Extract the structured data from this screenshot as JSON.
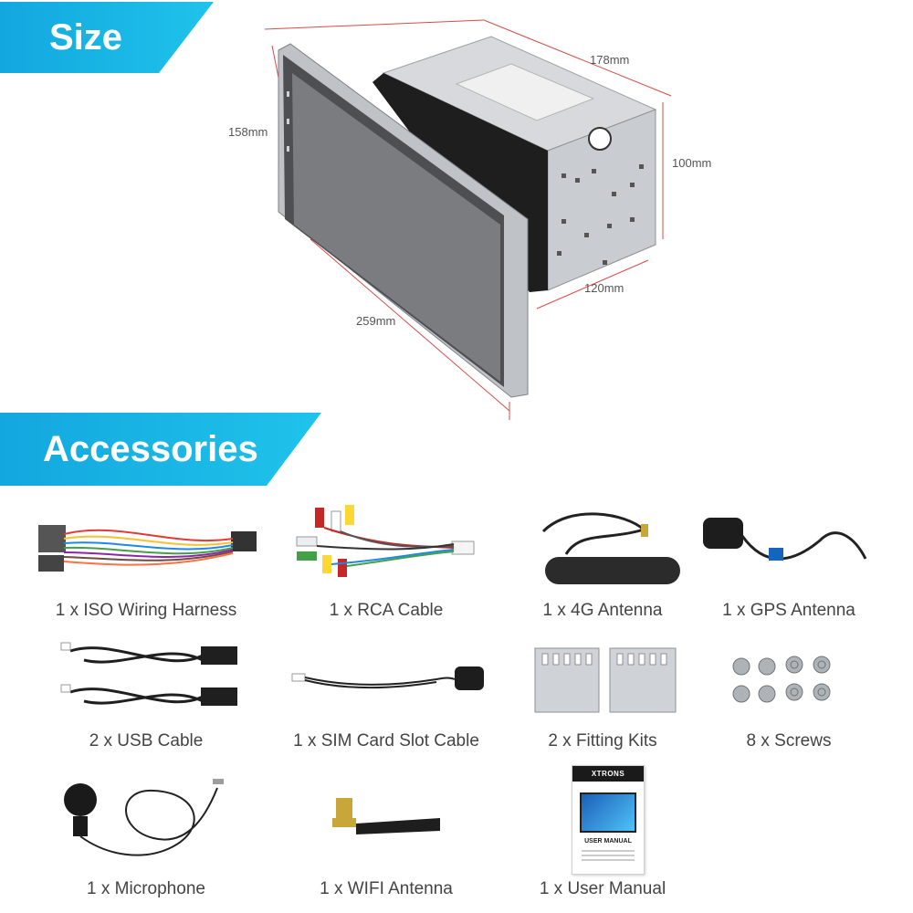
{
  "headers": {
    "size": "Size",
    "accessories": "Accessories"
  },
  "dimensions": {
    "top_depth": "178mm",
    "height_front": "158mm",
    "height_body": "100mm",
    "width_body": "120mm",
    "width_front": "259mm"
  },
  "product": {
    "brand_label": "XTRONS"
  },
  "accessories": [
    {
      "label": "1 x ISO Wiring Harness",
      "icon": "wiring-harness-icon"
    },
    {
      "label": "1 x RCA Cable",
      "icon": "rca-cable-icon"
    },
    {
      "label": "1 x 4G Antenna",
      "icon": "4g-antenna-icon"
    },
    {
      "label": "1 x GPS Antenna",
      "icon": "gps-antenna-icon"
    },
    {
      "label": "2 x USB Cable",
      "icon": "usb-cable-icon"
    },
    {
      "label": "1 x SIM Card Slot Cable",
      "icon": "sim-cable-icon"
    },
    {
      "label": "2 x Fitting Kits",
      "icon": "fitting-kit-icon"
    },
    {
      "label": "8 x Screws",
      "icon": "screws-icon"
    },
    {
      "label": "1 x Microphone",
      "icon": "microphone-icon"
    },
    {
      "label": "1 x WIFI Antenna",
      "icon": "wifi-antenna-icon"
    },
    {
      "label": "1 x User Manual",
      "icon": "user-manual-icon"
    }
  ],
  "manual": {
    "brand": "XTRONS",
    "title": "USER MANUAL"
  }
}
